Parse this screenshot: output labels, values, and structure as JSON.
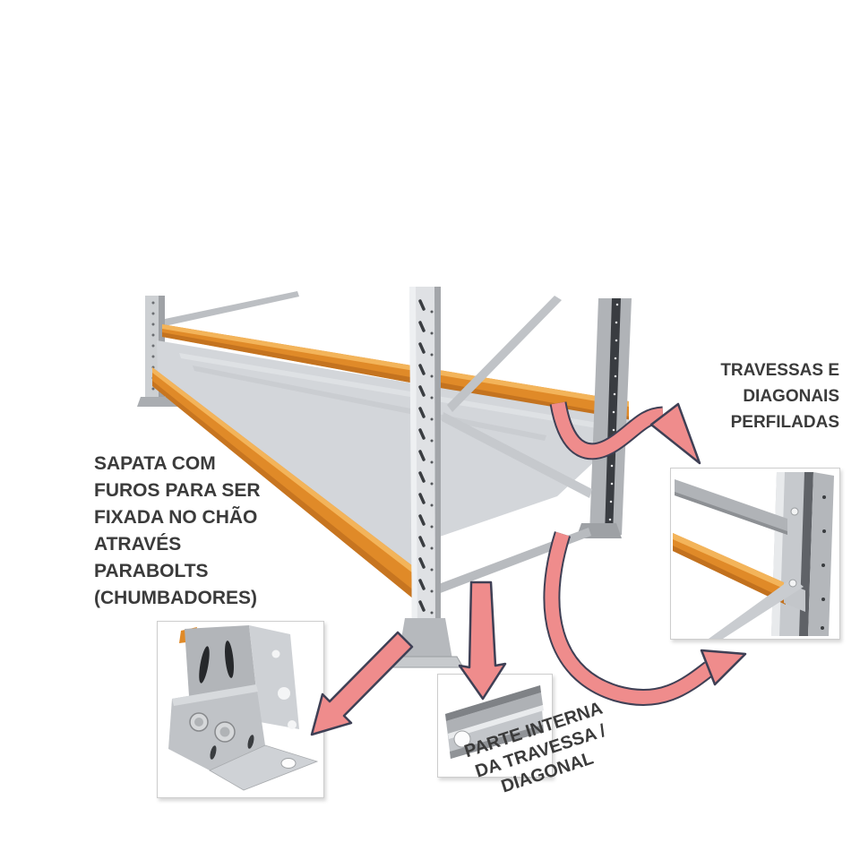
{
  "annotations": {
    "sapata": {
      "lines": [
        "SAPATA COM",
        "FUROS PARA SER",
        "FIXADA NO CHÃO",
        "ATRAVÉS",
        "PARABOLTS",
        "(CHUMBADORES)"
      ]
    },
    "travessas": {
      "lines": [
        "TRAVESSAS E",
        "DIAGONAIS",
        "PERFILADAS"
      ]
    },
    "parte_interna": {
      "lines": [
        "PARTE INTERNA",
        "DA TRAVESSA /",
        "DIAGONAL"
      ]
    }
  },
  "colors": {
    "background": "#ffffff",
    "text": "#3b3b3b",
    "arrow_fill": "#ef8c8c",
    "arrow_outline": "#3f4055",
    "beam_orange": "#e08a28",
    "beam_orange_highlight": "#f3b45a",
    "structure_gray": "#c6c9cd",
    "structure_gray_dark": "#8f9296"
  }
}
